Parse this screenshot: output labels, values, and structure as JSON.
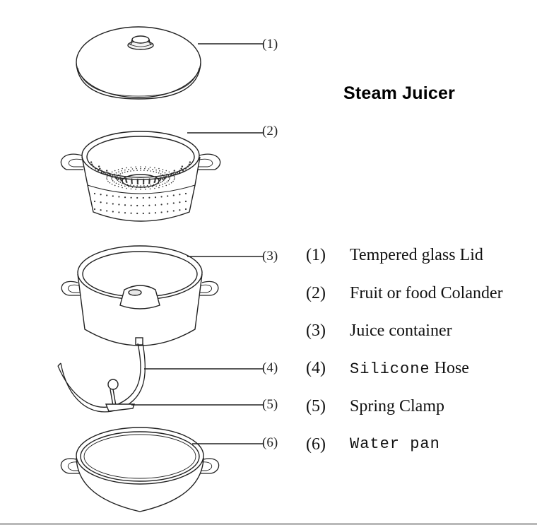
{
  "title": "Steam Juicer",
  "callouts": [
    "(1)",
    "(2)",
    "(3)",
    "(4)",
    "(5)",
    "(6)"
  ],
  "legend": [
    {
      "number": "(1)",
      "label": "Tempered glass Lid"
    },
    {
      "number": "(2)",
      "label": "Fruit or food Colander"
    },
    {
      "number": "(3)",
      "label": "Juice container"
    },
    {
      "number": "(4)",
      "label": "Silicone",
      "label_extra": "Hose"
    },
    {
      "number": "(5)",
      "label": "Spring Clamp"
    },
    {
      "number": "(6)",
      "label": "Water pan"
    }
  ]
}
